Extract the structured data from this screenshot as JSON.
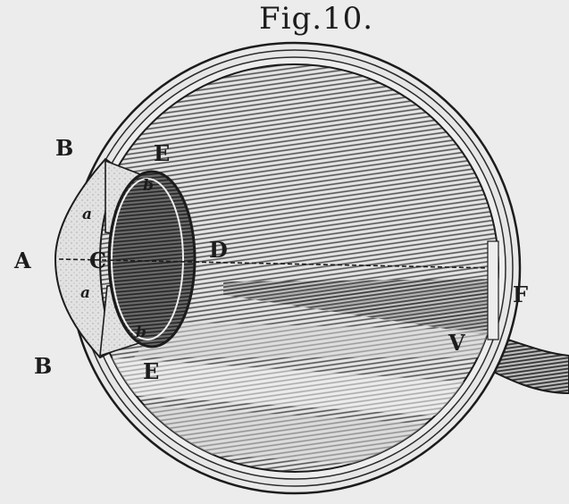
{
  "figure": {
    "title": "Fig.10.",
    "labels": {
      "A": "A",
      "B_top": "B",
      "B_bottom": "B",
      "C": "C",
      "D": "D",
      "E_top": "E",
      "E_bottom": "E",
      "F": "F",
      "V": "V",
      "a_top": "a",
      "a_bottom": "a",
      "b_top": "b",
      "b_bottom": "b"
    }
  },
  "colors": {
    "paper": "#ececec",
    "ink": "#1c1c1c",
    "hatch": "#4a4a4a",
    "cornea": "#dcdcdc"
  }
}
